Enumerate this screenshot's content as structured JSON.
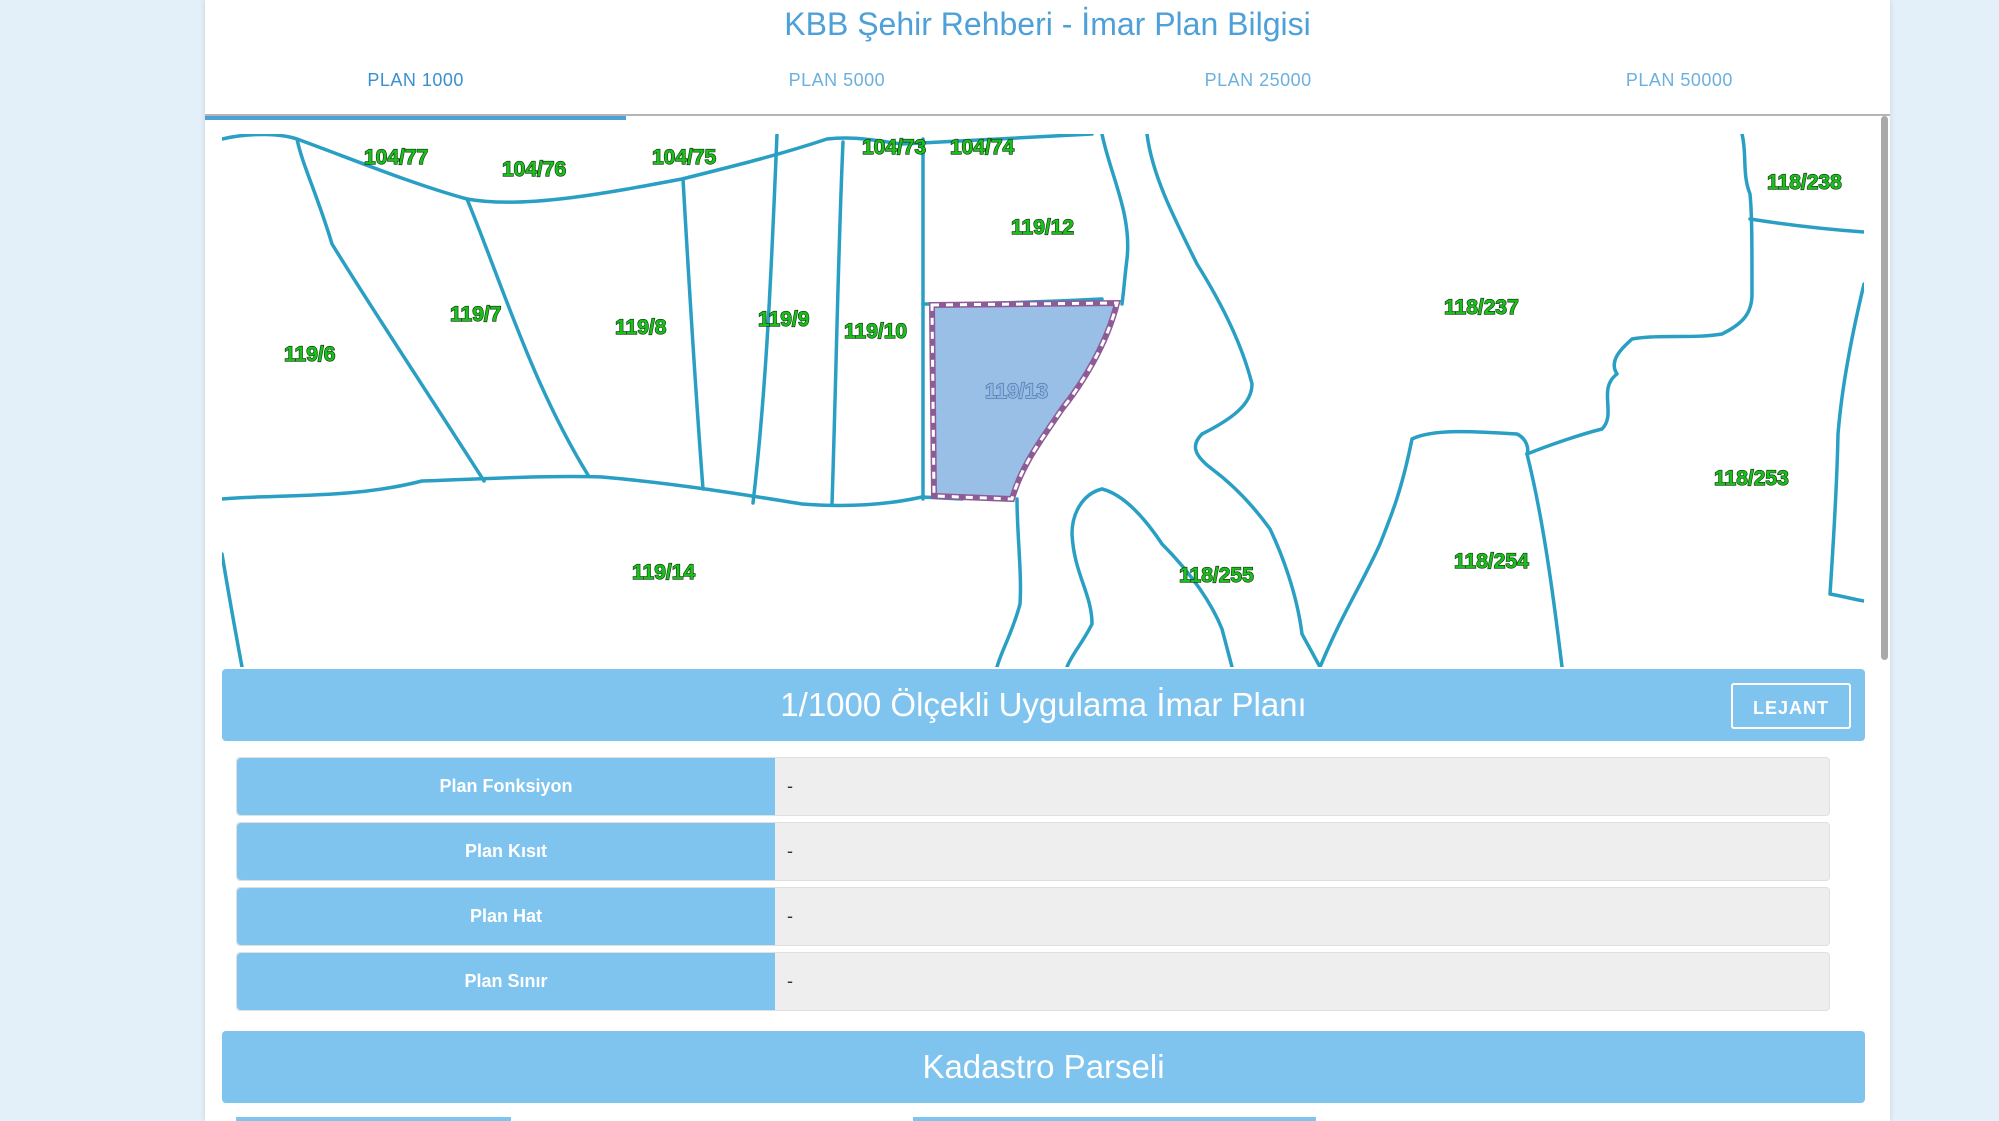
{
  "header": {
    "title": "KBB Şehir Rehberi - İmar Plan Bilgisi"
  },
  "tabs": [
    {
      "label": "PLAN 1000",
      "active": true
    },
    {
      "label": "PLAN 5000",
      "active": false
    },
    {
      "label": "PLAN 25000",
      "active": false
    },
    {
      "label": "PLAN 50000",
      "active": false
    }
  ],
  "map": {
    "selected_parcel": "119/13",
    "parcels": [
      "104/77",
      "104/76",
      "104/75",
      "104/73",
      "104/74",
      "119/12",
      "118/238",
      "119/7",
      "119/8",
      "119/9",
      "119/10",
      "119/6",
      "118/237",
      "119/13",
      "118/253",
      "118/254",
      "119/14",
      "118/255"
    ],
    "colors": {
      "boundary": "#2a9fc4",
      "label_fill": "#1bbf1b",
      "selected_fill": "#99bfe6",
      "selected_border": "#8e5b96"
    }
  },
  "plan_section": {
    "title": "1/1000 Ölçekli Uygulama İmar Planı",
    "legend_button": "LEJANT",
    "rows": [
      {
        "label": "Plan Fonksiyon",
        "value": "-"
      },
      {
        "label": "Plan Kısıt",
        "value": "-"
      },
      {
        "label": "Plan Hat",
        "value": "-"
      },
      {
        "label": "Plan Sınır",
        "value": "-"
      }
    ]
  },
  "cadastre_section": {
    "title": "Kadastro Parseli"
  },
  "colors": {
    "accent": "#7fc3ef",
    "title_blue": "#4ea0d8",
    "page_bg": "#e3f0fa"
  }
}
